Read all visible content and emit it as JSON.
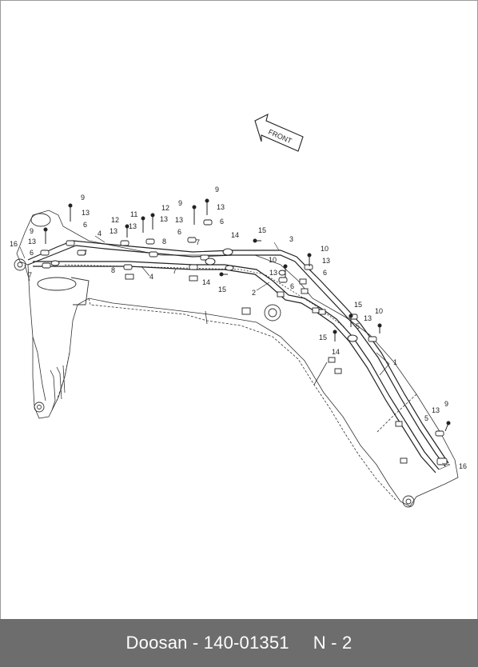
{
  "diagram": {
    "front_label": "FRONT",
    "callouts": [
      {
        "id": "c9a",
        "label": "9"
      },
      {
        "id": "c13a",
        "label": "13"
      },
      {
        "id": "c6a",
        "label": "6"
      },
      {
        "id": "c16a",
        "label": "16"
      },
      {
        "id": "c9b",
        "label": "9"
      },
      {
        "id": "c13b",
        "label": "13"
      },
      {
        "id": "c6b",
        "label": "6"
      },
      {
        "id": "c7a",
        "label": "7"
      },
      {
        "id": "c7b",
        "label": "7"
      },
      {
        "id": "c4a",
        "label": "4"
      },
      {
        "id": "c12a",
        "label": "12"
      },
      {
        "id": "c13c",
        "label": "13"
      },
      {
        "id": "c11a",
        "label": "11"
      },
      {
        "id": "c13d",
        "label": "13"
      },
      {
        "id": "c12b",
        "label": "12"
      },
      {
        "id": "c13e",
        "label": "13"
      },
      {
        "id": "c8a",
        "label": "8"
      },
      {
        "id": "c8b",
        "label": "8"
      },
      {
        "id": "c4b",
        "label": "4"
      },
      {
        "id": "c9c",
        "label": "9"
      },
      {
        "id": "c13f",
        "label": "13"
      },
      {
        "id": "c6c",
        "label": "6"
      },
      {
        "id": "c9d",
        "label": "9"
      },
      {
        "id": "c13g",
        "label": "13"
      },
      {
        "id": "c6d",
        "label": "6"
      },
      {
        "id": "c7c",
        "label": "7"
      },
      {
        "id": "c7d",
        "label": "7"
      },
      {
        "id": "c14a",
        "label": "14"
      },
      {
        "id": "c14b",
        "label": "14"
      },
      {
        "id": "c15a",
        "label": "15"
      },
      {
        "id": "c15b",
        "label": "15"
      },
      {
        "id": "c3a",
        "label": "3"
      },
      {
        "id": "c10a",
        "label": "10"
      },
      {
        "id": "c13h",
        "label": "13"
      },
      {
        "id": "c10b",
        "label": "10"
      },
      {
        "id": "c13i",
        "label": "13"
      },
      {
        "id": "c6e",
        "label": "6"
      },
      {
        "id": "c6f",
        "label": "6"
      },
      {
        "id": "c2a",
        "label": "2"
      },
      {
        "id": "c15c",
        "label": "15"
      },
      {
        "id": "c10c",
        "label": "10"
      },
      {
        "id": "c13j",
        "label": "13"
      },
      {
        "id": "c5a",
        "label": "5"
      },
      {
        "id": "c15d",
        "label": "15"
      },
      {
        "id": "c14c",
        "label": "14"
      },
      {
        "id": "c1a",
        "label": "1"
      },
      {
        "id": "c13k",
        "label": "13"
      },
      {
        "id": "c9e",
        "label": "9"
      },
      {
        "id": "c5b",
        "label": "5"
      },
      {
        "id": "c16b",
        "label": "16"
      }
    ]
  },
  "footer": {
    "part_text": "Doosan - 140-01351",
    "page_text": "N - 2"
  }
}
